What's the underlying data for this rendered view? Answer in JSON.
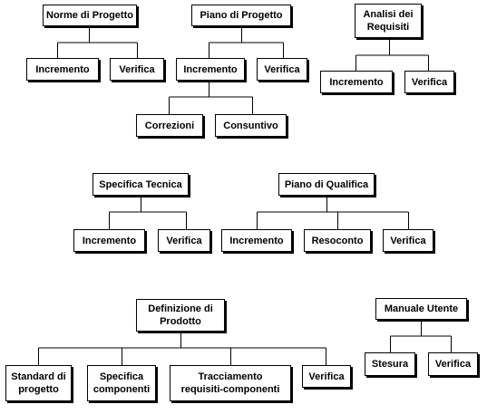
{
  "nodes": {
    "norme": "Norme di Progetto",
    "norme_incremento": "Incremento",
    "norme_verifica": "Verifica",
    "piano_progetto": "Piano di Progetto",
    "pp_incremento": "Incremento",
    "pp_verifica": "Verifica",
    "pp_correzioni": "Correzioni",
    "pp_consuntivo": "Consuntivo",
    "analisi": "Analisi dei\nRequisiti",
    "ar_incremento": "Incremento",
    "ar_verifica": "Verifica",
    "specifica": "Specifica Tecnica",
    "st_incremento": "Incremento",
    "st_verifica": "Verifica",
    "qualifica": "Piano di Qualifica",
    "pq_incremento": "Incremento",
    "pq_resoconto": "Resoconto",
    "pq_verifica": "Verifica",
    "definizione": "Definizione di\nProdotto",
    "dp_standard": "Standard di\nprogetto",
    "dp_specifica": "Specifica\ncomponenti",
    "dp_tracciamento": "Tracciamento\nrequisiti-componenti",
    "dp_verifica": "Verifica",
    "manuale": "Manuale Utente",
    "mu_stesura": "Stesura",
    "mu_verifica": "Verifica"
  }
}
